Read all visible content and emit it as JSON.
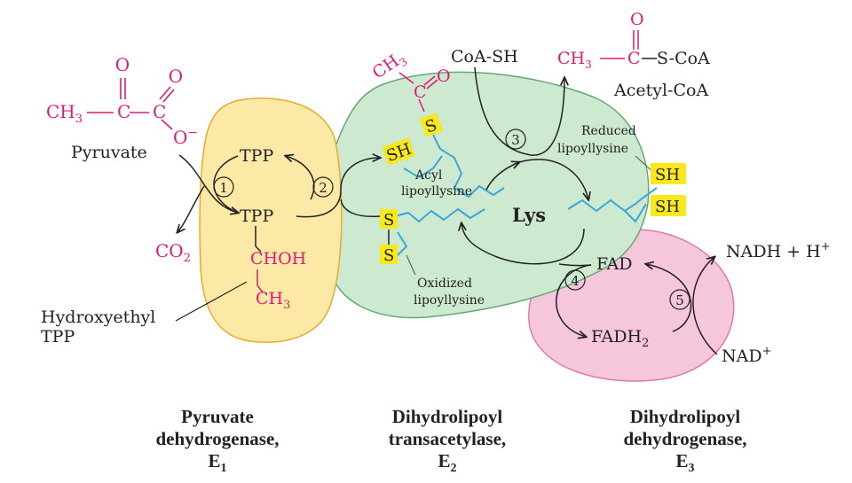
{
  "colors": {
    "magenta": "#e0197a",
    "blue": "#3aa6dc",
    "e1_fill": "#fde9a6",
    "e1_stroke": "#e8a92c",
    "e2_fill": "#cde9cf",
    "e2_stroke": "#62a974",
    "e3_fill": "#f6c7dc",
    "e3_stroke": "#e07aa8",
    "highlight": "#f8e81c",
    "ink": "#222222"
  },
  "pyruvate": {
    "o_top_1": "O",
    "o_top_2": "O",
    "ch3": "CH",
    "ch3_sub": "3",
    "c1": "C",
    "c2": "C",
    "o_minus": "O",
    "o_minus_sup": "−",
    "name": "Pyruvate"
  },
  "co2": {
    "text": "CO",
    "sub": "2"
  },
  "e1": {
    "tpp_top": "TPP",
    "tpp_bottom": "TPP",
    "step1": "1",
    "chohh": "CHOH",
    "ch3": "CH",
    "ch3_sub": "3",
    "hydroxyethyl_line1": "Hydroxyethyl",
    "hydroxyethyl_line2": "TPP"
  },
  "e2": {
    "step2": "2",
    "step3": "3",
    "acyl_ch3": "CH",
    "acyl_ch3_sub": "3",
    "acyl_c": "C",
    "acyl_o": "O",
    "sh": "SH",
    "s": "S",
    "s_ox_1": "S",
    "s_ox_2": "S",
    "acyl_label_1": "Acyl",
    "acyl_label_2": "lipoyllysine",
    "oxidized_label_1": "Oxidized",
    "oxidized_label_2": "lipoyllysine",
    "reduced_label_1": "Reduced",
    "reduced_label_2": "lipoyllysine",
    "lys": "Lys",
    "sh_reduced_1": "SH",
    "sh_reduced_2": "SH",
    "coa_sh": "CoA-SH"
  },
  "acetyl_coa": {
    "o": "O",
    "ch3": "CH",
    "ch3_sub": "3",
    "c": "C",
    "s_coa": "S-CoA",
    "name": "Acetyl-CoA"
  },
  "e3": {
    "step4": "4",
    "step5": "5",
    "fad": "FAD",
    "fadh2": "FADH",
    "fadh2_sub": "2",
    "nadh": "NADH + H",
    "nadh_sup": "+",
    "nad": "NAD",
    "nad_sup": "+"
  },
  "enzymes": [
    {
      "line1": "Pyruvate",
      "line2": "dehydrogenase,",
      "line3": "E",
      "sub": "1"
    },
    {
      "line1": "Dihydrolipoyl",
      "line2": "transacetylase,",
      "line3": "E",
      "sub": "2"
    },
    {
      "line1": "Dihydrolipoyl",
      "line2": "dehydrogenase,",
      "line3": "E",
      "sub": "3"
    }
  ]
}
